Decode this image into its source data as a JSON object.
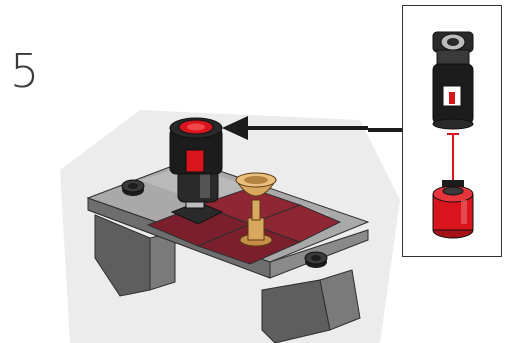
{
  "instruction": {
    "step_number": "5"
  },
  "parts": {
    "main_assembly": "build-model",
    "callout_parts": [
      "lamp-post-piece",
      "red-round-brick"
    ]
  },
  "colors": {
    "background": "#e9e9e9",
    "dark_gray": "#5a5a5a",
    "mid_gray": "#8a8a8a",
    "light_gray": "#bdbdbd",
    "dark_red": "#7a1f2b",
    "red": "#d8141c",
    "tan": "#d9a85e",
    "black": "#1c1c1c"
  }
}
